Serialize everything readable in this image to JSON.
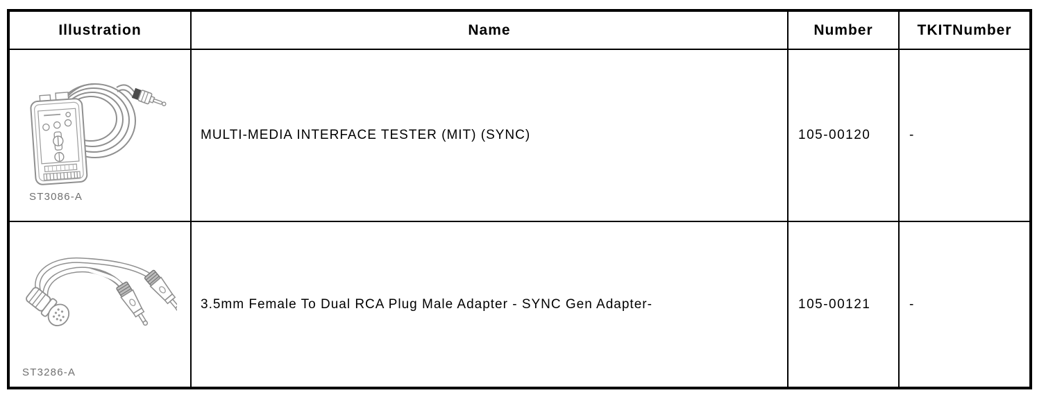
{
  "table": {
    "columns": [
      {
        "label": "Illustration"
      },
      {
        "label": "Name"
      },
      {
        "label": "Number"
      },
      {
        "label": "TKITNumber"
      }
    ],
    "rows": [
      {
        "illustration": "multi-media-interface-tester-line-drawing",
        "caption": "ST3086-A",
        "name": "MULTI-MEDIA INTERFACE TESTER (MIT) (SYNC)",
        "number": "105-00120",
        "tkit_number": "-"
      },
      {
        "illustration": "3.5mm-female-to-dual-rca-plug-adapter-line-drawing",
        "caption": "ST3286-A",
        "name": "3.5mm Female To Dual RCA Plug Male Adapter - SYNC Gen Adapter-",
        "number": "105-00121",
        "tkit_number": "-"
      }
    ]
  },
  "colors": {
    "border": "#000000",
    "text": "#000000",
    "caption_text": "#6f6f6f",
    "line_art": "#8f8f8f",
    "background": "#ffffff"
  }
}
